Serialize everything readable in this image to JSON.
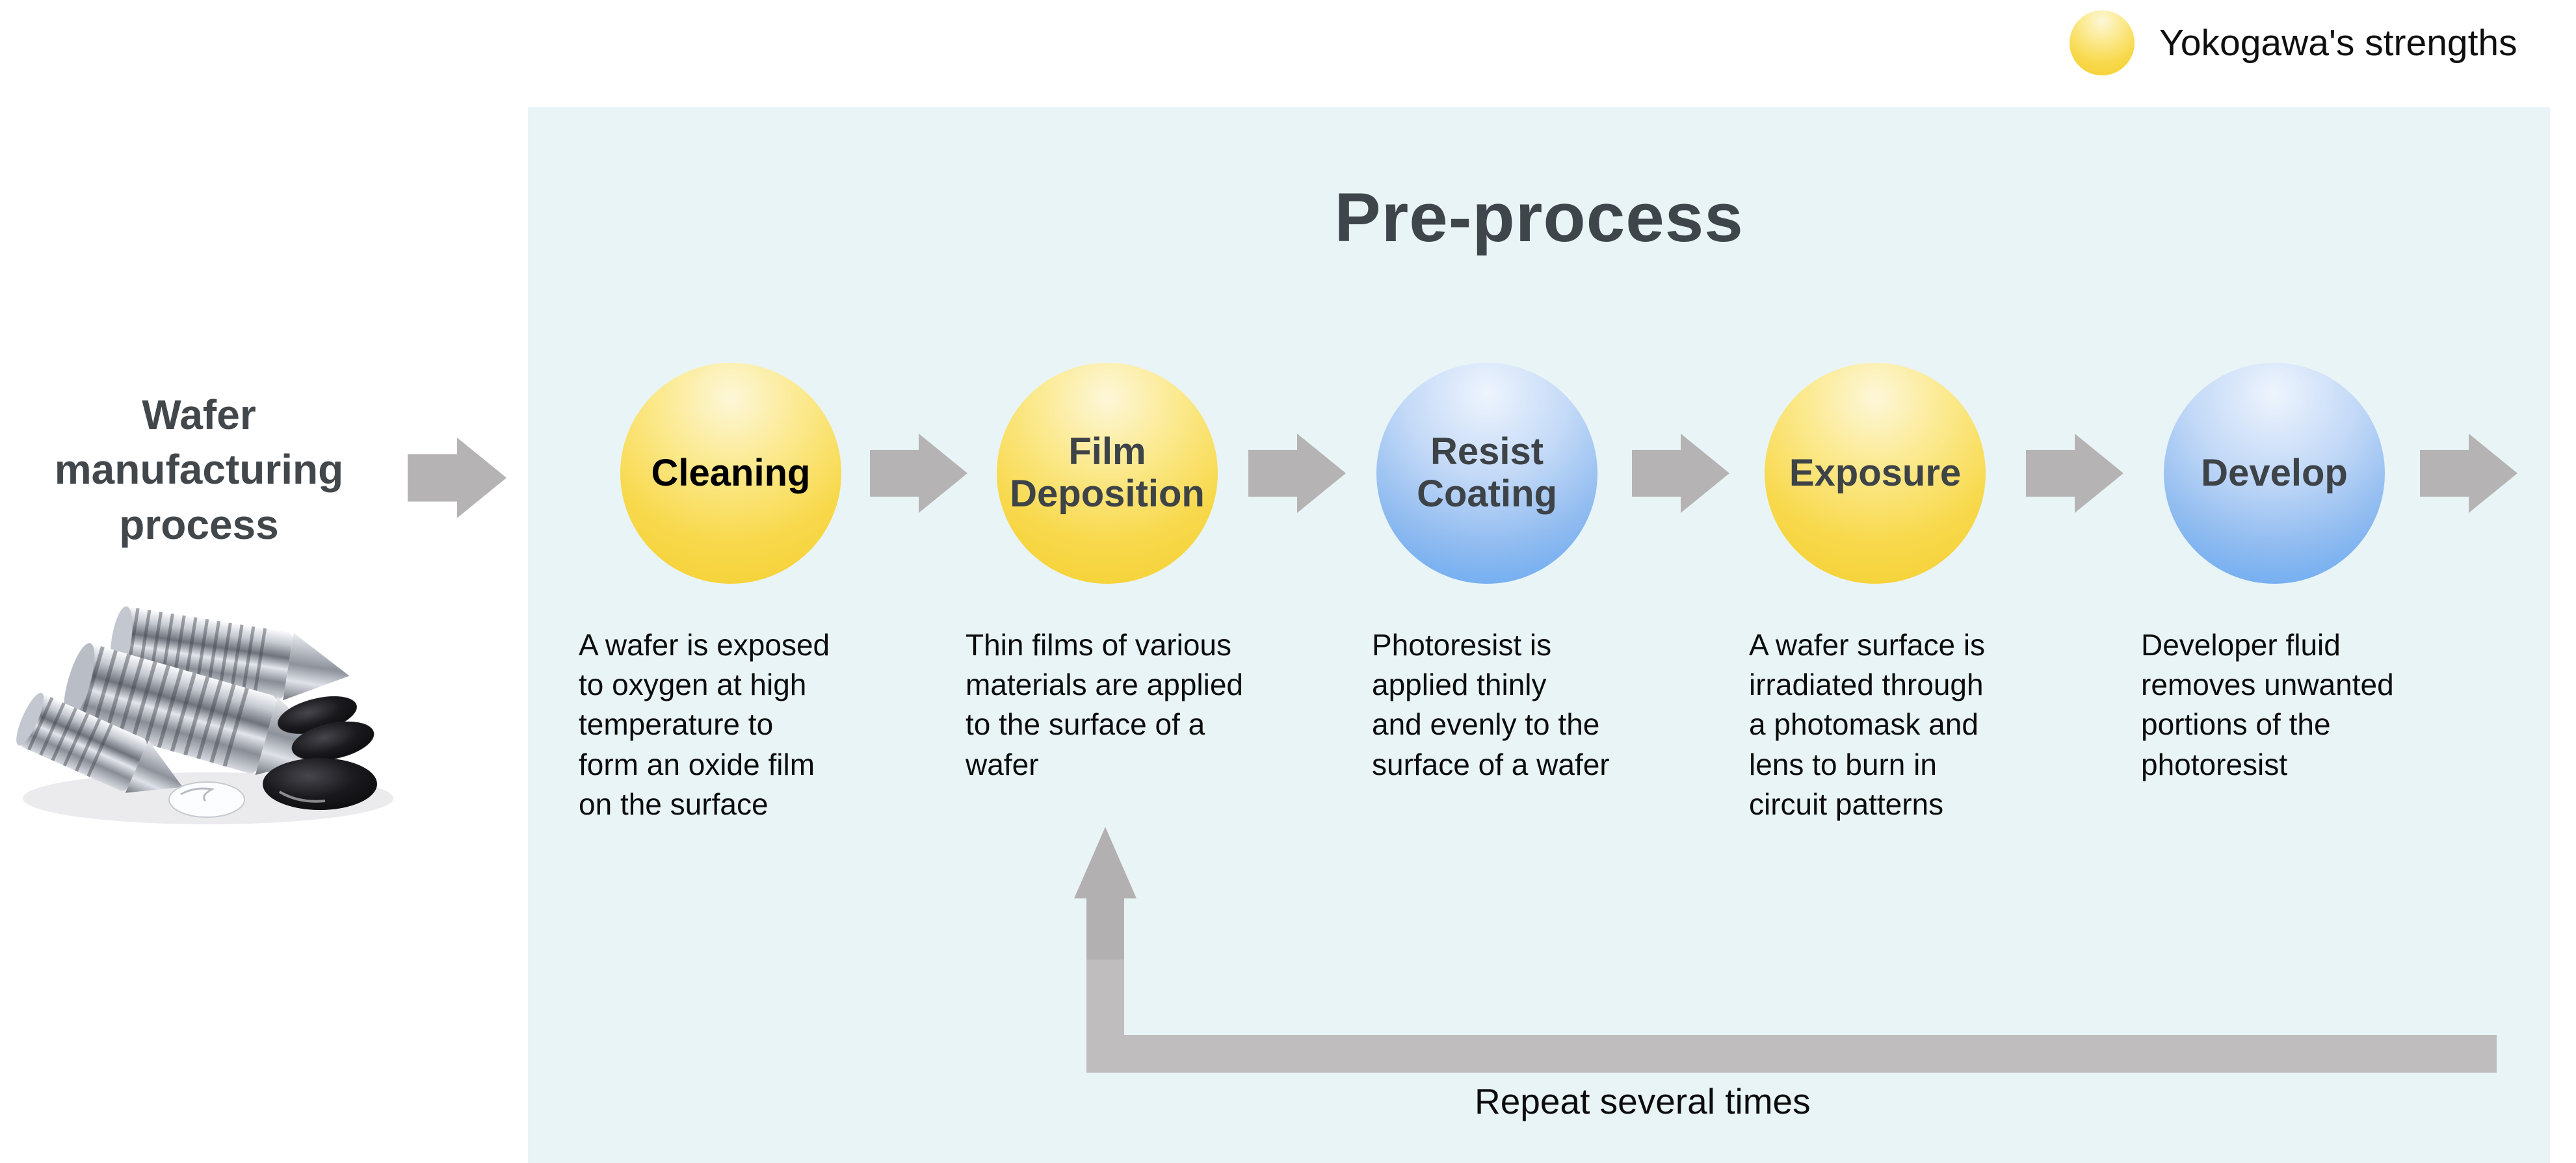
{
  "legend": {
    "label": "Yokogawa's strengths"
  },
  "panel": {
    "title": "Pre-process"
  },
  "source": {
    "title": "Wafer\nmanufacturing\nprocess"
  },
  "steps": [
    {
      "label": "Cleaning",
      "strength": true,
      "label_color": "#000000",
      "description": "A wafer is exposed\nto oxygen at high\ntemperature to\nform an oxide film\non the surface"
    },
    {
      "label": "Film\nDeposition",
      "strength": true,
      "label_color": "#3d4347",
      "description": "Thin films of various\nmaterials are applied\nto the surface of a\nwafer"
    },
    {
      "label": "Resist\nCoating",
      "strength": false,
      "label_color": "#3d4347",
      "description": "Photoresist is\napplied thinly\nand evenly to the\nsurface of a wafer"
    },
    {
      "label": "Exposure",
      "strength": true,
      "label_color": "#3d4347",
      "description": "A wafer surface is\nirradiated through\na photomask and\nlens to burn in\ncircuit patterns"
    },
    {
      "label": "Develop",
      "strength": false,
      "label_color": "#3d4347",
      "description": "Developer fluid\nremoves unwanted\nportions of the\nphotoresist"
    }
  ],
  "loop": {
    "label": "Repeat several times"
  },
  "colors": {
    "panel_bg": "#e9f4f6",
    "title": "#3f464b",
    "heading": "#42474c",
    "body_text": "#0c0c0c",
    "arrow": "#b5b3b3",
    "loop_arrow": "#bfbdbd",
    "loop_arrowhead": "#b2b0b0",
    "yellow_top": "#fdf7d8",
    "yellow_mid": "#fbe98c",
    "yellow_deep": "#f8d94d",
    "yellow_bottom": "#f5cf2f",
    "blue_top": "#eef4fd",
    "blue_mid": "#c3d9f7",
    "blue_deep": "#8fbbf0",
    "blue_bottom": "#62a6f2"
  }
}
